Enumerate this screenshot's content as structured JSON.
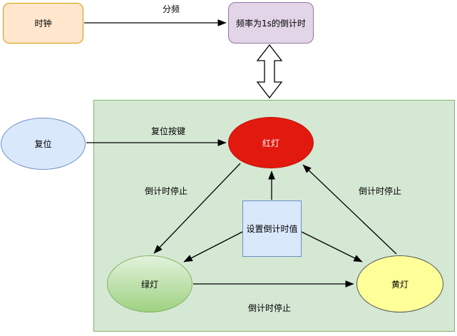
{
  "diagram": {
    "title": "traffic-light state diagram",
    "nodes": {
      "clock": {
        "label": "时钟",
        "fill": "#ffe6cc",
        "border": "#d79b00"
      },
      "countdown": {
        "label": "频率为1s的倒计时",
        "fill": "#e1d5e7",
        "border": "#9673a6"
      },
      "reset": {
        "label": "复位",
        "fill": "#dae8fc",
        "border": "#6c8ebf"
      },
      "red_light": {
        "label": "红灯",
        "fill": "#e2190e",
        "text_color": "#ffffff"
      },
      "green_light": {
        "label": "绿灯",
        "fill_top": "#e3f2dc",
        "fill_bottom": "#9ed282",
        "border": "#82b366"
      },
      "yellow_light": {
        "label": "黄灯",
        "fill": "#ffff99",
        "border": "#545454"
      },
      "set_countdown": {
        "label": "设置倒计时值",
        "fill": "#dae8fc",
        "border": "#6c8ebf"
      },
      "state_container": {
        "label": "",
        "fill": "#d5e8d4",
        "border": "#82b366"
      }
    },
    "edge_labels": {
      "divide_frequency": "分频",
      "reset_button": "复位按键",
      "countdown_stop_left": "倒计时停止",
      "countdown_stop_right": "倒计时停止",
      "countdown_stop_bottom": "倒计时停止"
    }
  }
}
